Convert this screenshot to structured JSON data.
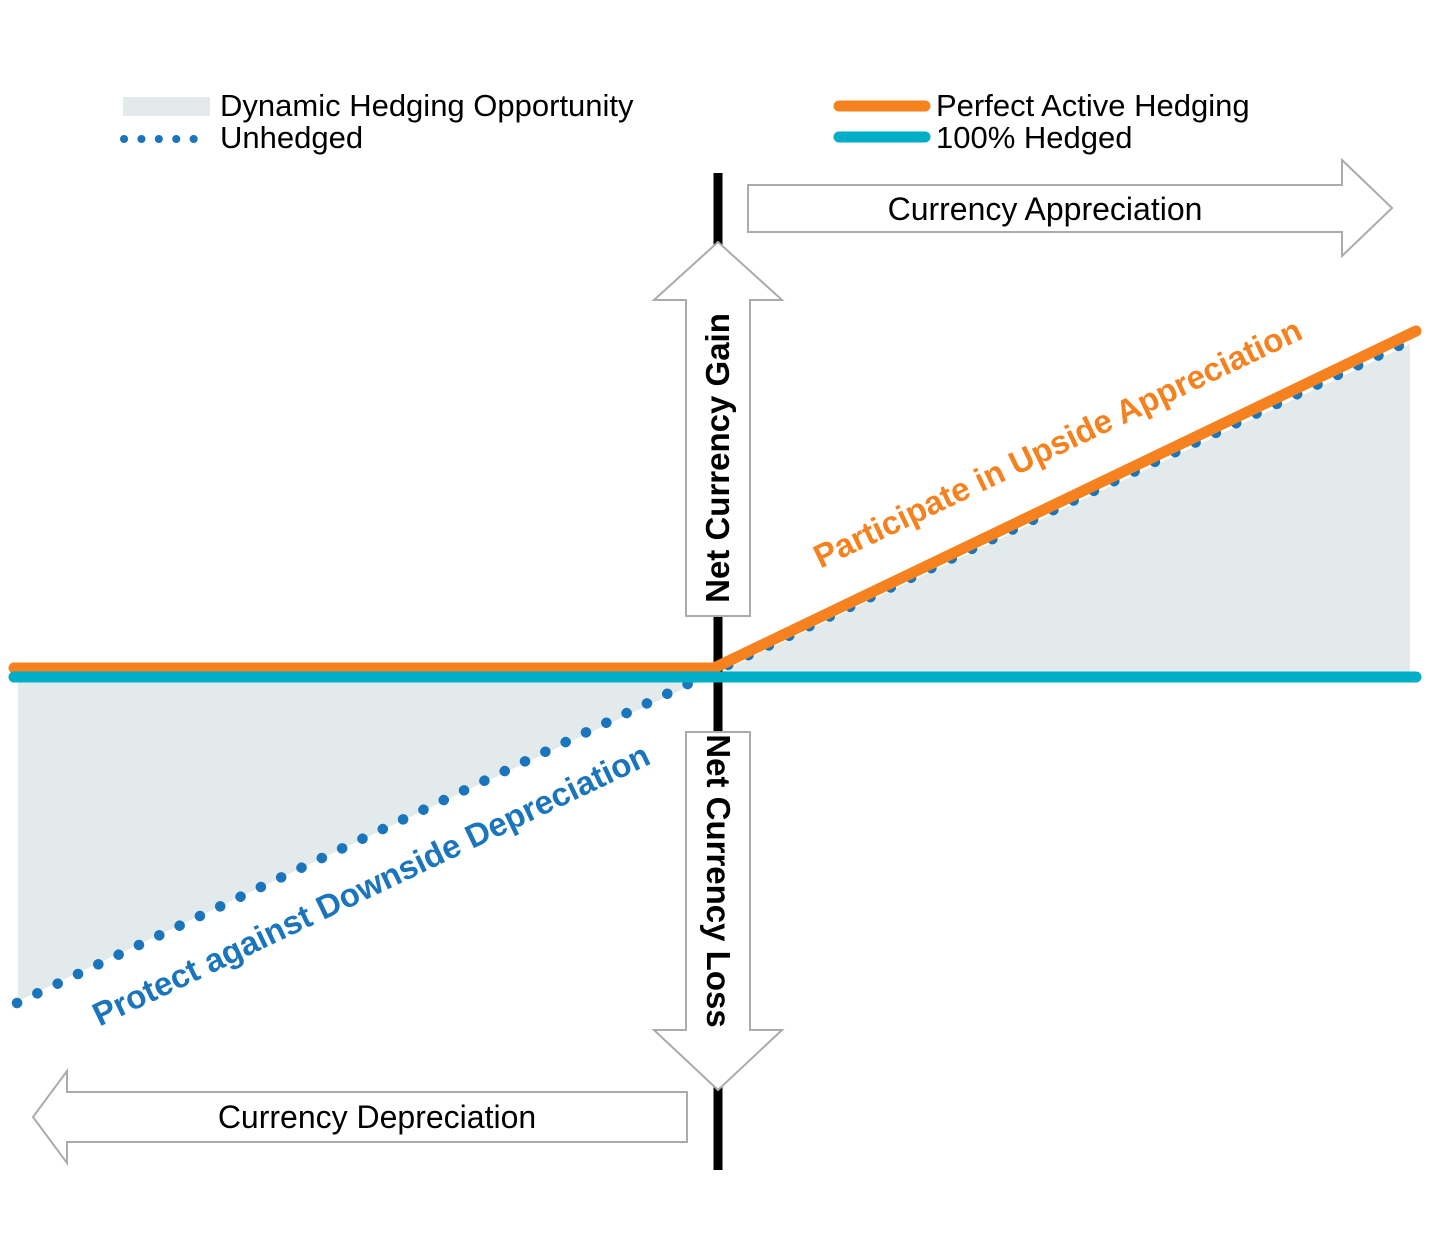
{
  "colors": {
    "orange": "#F5821F",
    "cyan": "#00AEC7",
    "blue": "#1B75BC",
    "shade": "#E3EAEC",
    "arrow_outline": "#ABABAB",
    "axis": "#000000"
  },
  "legend": {
    "items": [
      {
        "label": "Dynamic Hedging Opportunity",
        "swatch": "shaded-area"
      },
      {
        "label": "Unhedged",
        "swatch": "blue-dotted-line"
      },
      {
        "label": "Perfect Active Hedging",
        "swatch": "orange-solid-line"
      },
      {
        "label": "100% Hedged",
        "swatch": "cyan-solid-line"
      }
    ]
  },
  "axes": {
    "x_positive_label": "Currency Appreciation",
    "x_negative_label": "Currency Depreciation",
    "y_positive_label": "Net Currency Gain",
    "y_negative_label": "Net Currency Loss"
  },
  "annotations": {
    "upside": "Participate in Upside Appreciation",
    "downside": "Protect against Downside Depreciation"
  },
  "chart_data": {
    "type": "line",
    "title": "",
    "x_axis": "currency move (conceptual, unlabeled: depreciation ← 0 → appreciation)",
    "y_axis": "net currency result (conceptual, unlabeled: loss ← 0 → gain)",
    "x": [
      -1,
      0,
      1
    ],
    "series": [
      {
        "name": "Unhedged",
        "style": "dotted",
        "color": "#1B75BC",
        "values": [
          -1,
          0,
          1
        ]
      },
      {
        "name": "Perfect Active Hedging",
        "style": "solid",
        "color": "#F5821F",
        "values": [
          0,
          0,
          1
        ]
      },
      {
        "name": "100% Hedged",
        "style": "solid",
        "color": "#00AEC7",
        "values": [
          0,
          0,
          0
        ]
      }
    ],
    "shaded_region": {
      "name": "Dynamic Hedging Opportunity",
      "between": [
        "Unhedged",
        "100% Hedged"
      ],
      "color": "#E3EAEC"
    },
    "legend_position": "top",
    "grid": false,
    "axis_ticks": "none",
    "quadrant_labels": {
      "up": "Net Currency Gain",
      "down": "Net Currency Loss",
      "right": "Currency Appreciation",
      "left": "Currency Depreciation"
    }
  }
}
